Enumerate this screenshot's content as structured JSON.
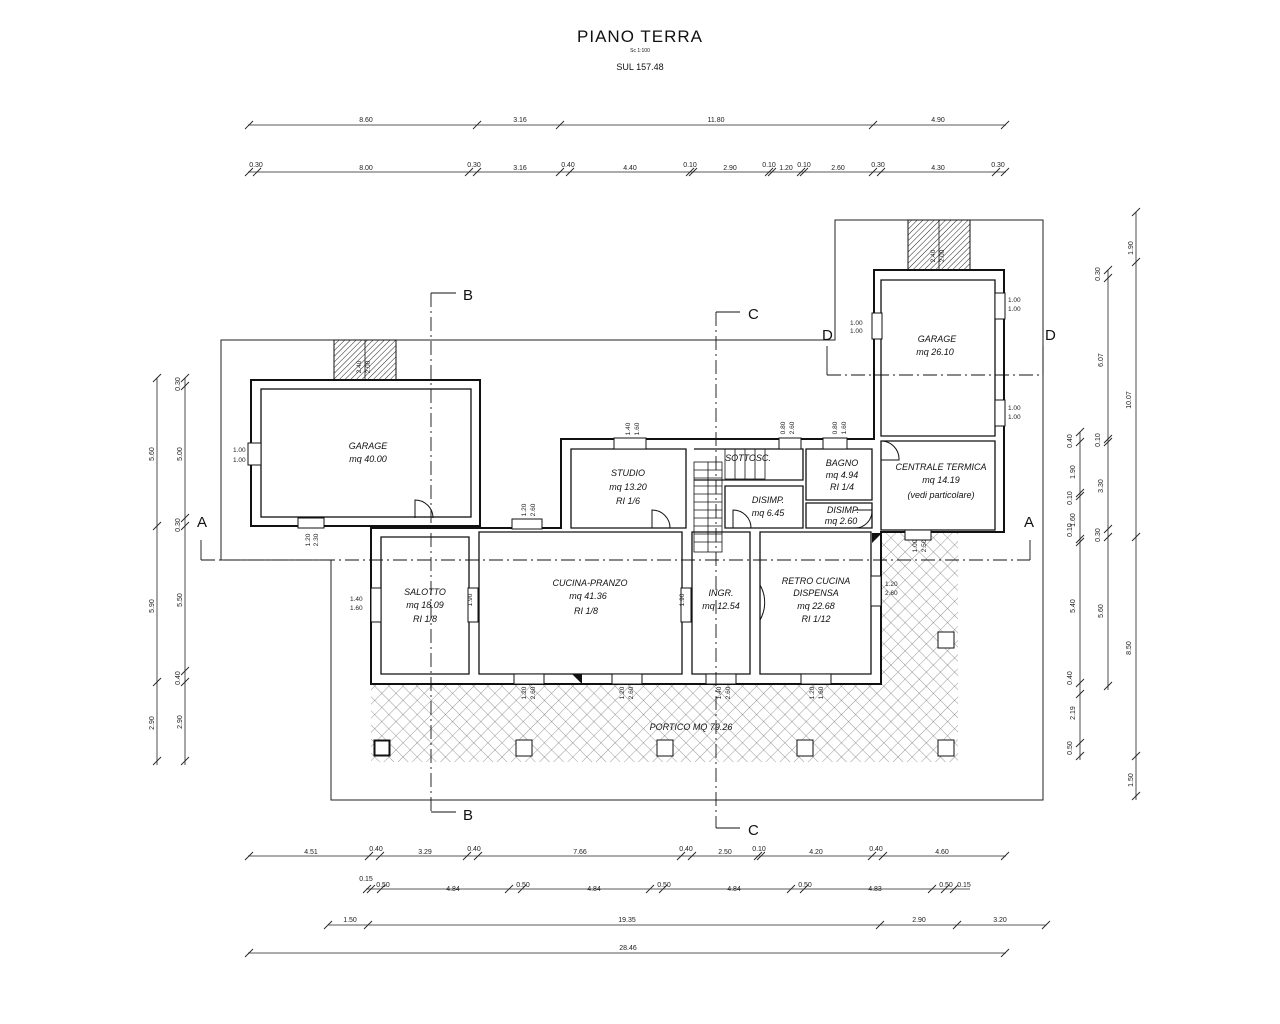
{
  "title": "PIANO  TERRA",
  "scale": "Sc 1:100",
  "sul": "SUL 157.48",
  "sections": {
    "a": "A",
    "b": "B",
    "c": "C",
    "d": "D"
  },
  "rooms": {
    "garage_left": [
      "GARAGE",
      "mq  40.00"
    ],
    "garage_right": [
      "GARAGE",
      "mq  26.10"
    ],
    "studio": [
      "STUDIO",
      "mq    13.20",
      "RI  1/6"
    ],
    "sottosc": [
      "SOTTOSC."
    ],
    "bagno": [
      "BAGNO",
      "mq    4.94",
      "RI  1/4"
    ],
    "centrale": [
      "CENTRALE  TERMICA",
      "mq  14.19",
      "(vedi  particolare)"
    ],
    "disimp1": [
      "DISIMP.",
      "mq  6.45"
    ],
    "disimp2": [
      "DISIMP.",
      "mq  2.60"
    ],
    "salotto": [
      "SALOTTO",
      "mq  18.09",
      "RI  1/8"
    ],
    "cucina": [
      "CUCINA-PRANZO",
      "mq  41.36",
      "RI  1/8"
    ],
    "ingr": [
      "INGR.",
      "mq  12.54"
    ],
    "retro": [
      "RETRO  CUCINA",
      "DISPENSA",
      "mq  22.68",
      "RI  1/12"
    ],
    "portico": [
      "PORTICO  MQ  79.26"
    ]
  },
  "dims_top1": [
    "8.60",
    "3.16",
    "11.80",
    "4.90"
  ],
  "dims_top2": [
    "0.30",
    "8.00",
    "0.30",
    "3.16",
    "0.40",
    "4.40",
    "0.10",
    "2.90",
    "0.10",
    "1.20",
    "0.10",
    "2.60",
    "0.30",
    "4.30",
    "0.30"
  ],
  "dims_bot1": [
    "4.51",
    "0.40",
    "3.29",
    "0.40",
    "7.66",
    "0.40",
    "2.50",
    "0.10",
    "4.20",
    "0.40",
    "4.60"
  ],
  "dims_bot2": [
    "0.15",
    "0.50",
    "4.84",
    "0.50",
    "4.84",
    "0.50",
    "4.84",
    "0.50",
    "4.83",
    "0.50",
    "0.15"
  ],
  "dims_bot3": [
    "1.50",
    "19.35",
    "2.90",
    "3.20"
  ],
  "dims_bot4": [
    "28.46"
  ],
  "dims_left1": [
    "5.60",
    "5.90",
    "2.90"
  ],
  "dims_left2": [
    "0.30",
    "5.00",
    "0.30",
    "5.50",
    "0.40",
    "2.90"
  ],
  "dims_right1": [
    "0.40",
    "1.90",
    "0.10",
    "1.60",
    "0.10",
    "5.40",
    "0.40",
    "2.19",
    "0.50"
  ],
  "dims_right2": [
    "0.30",
    "6.07",
    "0.10",
    "3.30",
    "0.30",
    "5.60"
  ],
  "dims_right3": [
    "10.07",
    "8.50"
  ],
  "dims_right4": [
    "1.90",
    "1.50"
  ],
  "windows": [
    [
      "1.00",
      "1.00"
    ],
    [
      "1.20",
      "2.30"
    ],
    [
      "2.40",
      "2.00"
    ],
    [
      "1.40",
      "1.60"
    ],
    [
      "1.90"
    ],
    [
      "1.20",
      "2.60"
    ],
    [
      "1.40",
      "1.60"
    ],
    [
      "0.80",
      "2.60"
    ],
    [
      "0.80",
      "1.60"
    ],
    [
      "1.00",
      "1.00"
    ],
    [
      "1.00",
      "1.00"
    ],
    [
      "1.00",
      "1.00"
    ],
    [
      "2.40",
      "2.00"
    ],
    [
      "1.00",
      "2.50"
    ],
    [
      "1.20",
      "2.60"
    ],
    [
      "1.90"
    ],
    [
      "1.20",
      "2.60"
    ],
    [
      "1.20",
      "2.60"
    ],
    [
      "1.40",
      "2.60"
    ],
    [
      "1.20",
      "1.60"
    ]
  ]
}
